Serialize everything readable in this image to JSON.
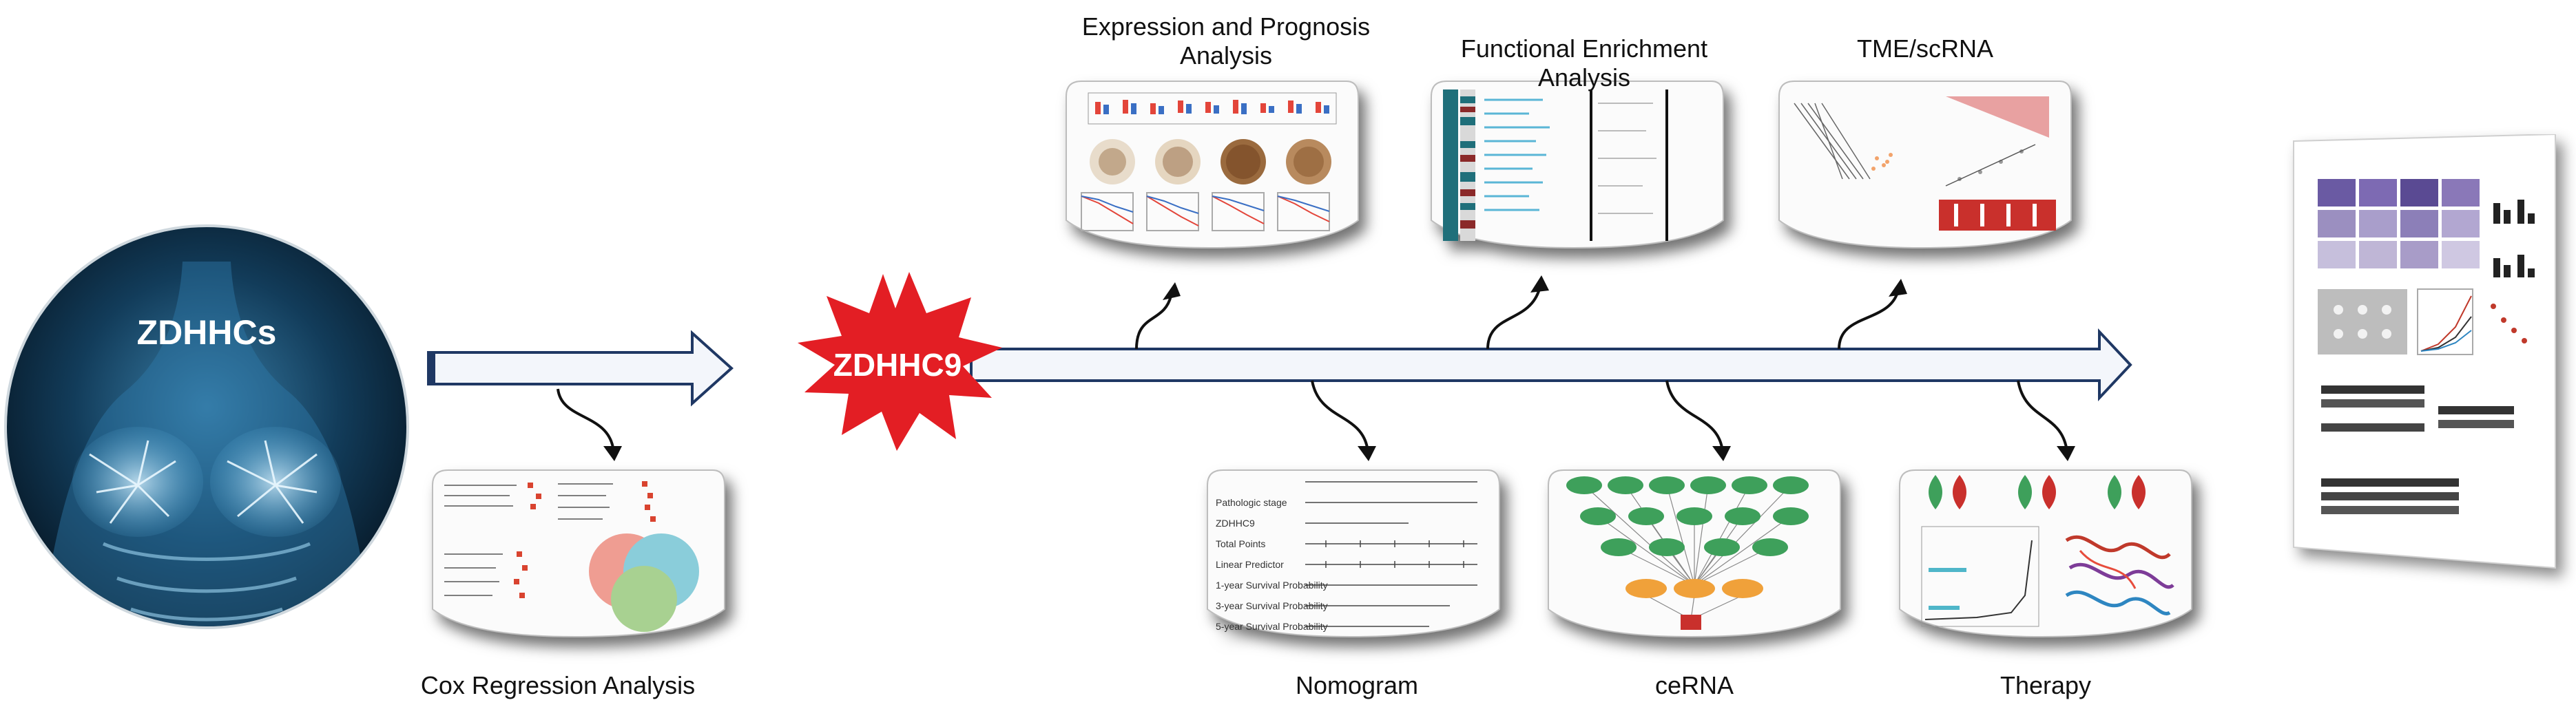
{
  "circle_label": "ZDHHCs",
  "burst_label": "ZDHHC9",
  "panels": {
    "expression": "Expression and Prognosis\nAnalysis",
    "enrichment": "Functional Enrichment Analysis",
    "tme": "TME/scRNA",
    "cox": "Cox Regression Analysis",
    "nomogram": "Nomogram",
    "cerna": "ceRNA",
    "therapy": "Therapy"
  },
  "nomogram_rows": [
    "Pathologic stage",
    "ZDHHC9",
    "Total Points",
    "Linear Predictor",
    "1-year Survival Probability",
    "3-year Survival Probability",
    "5-year Survival Probability"
  ],
  "colors": {
    "arrow_stroke": "#1f3864",
    "arrow_fill": "#f3f6fb",
    "burst": "#e31e24",
    "circle_bg": "#0a2236"
  }
}
